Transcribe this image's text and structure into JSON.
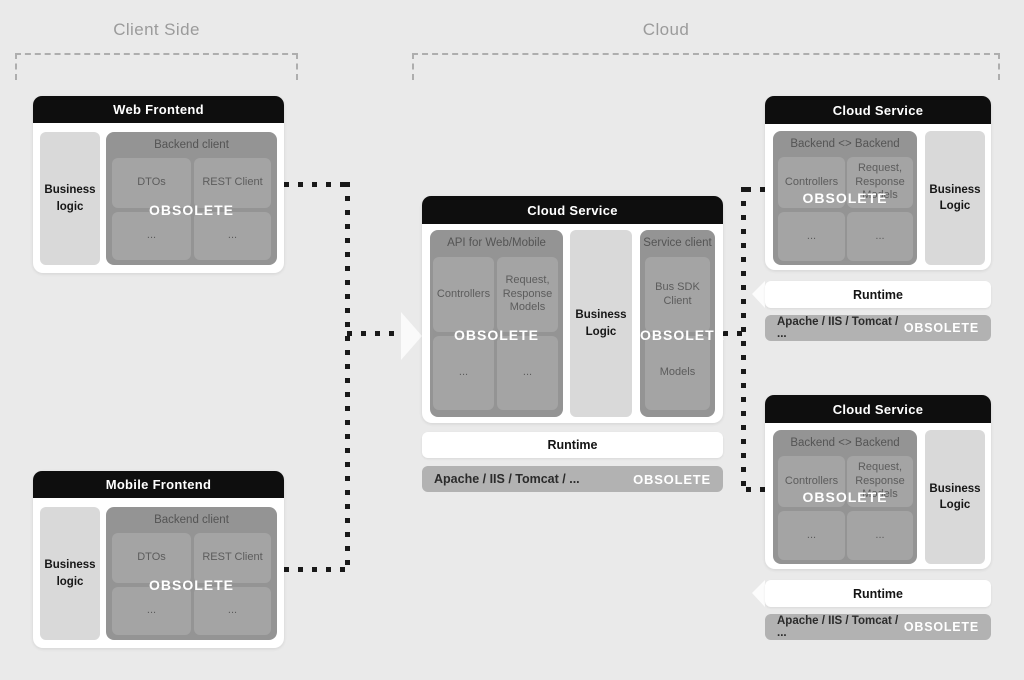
{
  "zones": {
    "client_side": {
      "label": "Client Side"
    },
    "cloud": {
      "label": "Cloud"
    }
  },
  "frontends": {
    "web": {
      "title": "Web Frontend"
    },
    "mobile": {
      "title": "Mobile Frontend"
    },
    "business_logic": "Business logic",
    "backend_client": {
      "title": "Backend client",
      "cells": {
        "dtos": "DTOs",
        "rest_client": "REST Client",
        "more1": "...",
        "more2": "..."
      }
    },
    "obsolete": "OBSOLETE"
  },
  "cloud_service_main": {
    "title": "Cloud Service",
    "api": {
      "title": "API for Web/Mobile",
      "cells": {
        "controllers": "Controllers",
        "req_resp": "Request, Response Models",
        "more1": "...",
        "more2": "..."
      },
      "obsolete": "OBSOLETE"
    },
    "business_logic": "Business Logic",
    "service_client": {
      "title": "Service client",
      "cells": {
        "bus_sdk": "Bus SDK Client",
        "models": "Models"
      },
      "obsolete": "OBSOLETE"
    },
    "runtime": "Runtime",
    "apache": {
      "text": "Apache / IIS / Tomcat / ...",
      "obsolete": "OBSOLETE"
    }
  },
  "cloud_service_backend": {
    "title": "Cloud Service",
    "container": {
      "title": "Backend <> Backend",
      "cells": {
        "controllers": "Controllers",
        "req_resp": "Request, Response Models",
        "more1": "...",
        "more2": "..."
      },
      "obsolete": "OBSOLETE"
    },
    "business_logic": "Business Logic",
    "runtime": "Runtime",
    "apache": {
      "text": "Apache / IIS / Tomcat / ...",
      "obsolete": "OBSOLETE"
    }
  },
  "colors": {
    "page_bg": "#eaeaea",
    "header_bg": "#0e0e0e",
    "card_bg": "#ffffff",
    "container_bg": "#949494",
    "subbox_bg": "#a4a4a4",
    "light_box_bg": "#d9d9d9",
    "obsolete_bar_bg": "#b2b2b2",
    "zone_label_text": "#9b9b9b",
    "connector": "#191919",
    "obsolete_text": "#ffffff"
  }
}
